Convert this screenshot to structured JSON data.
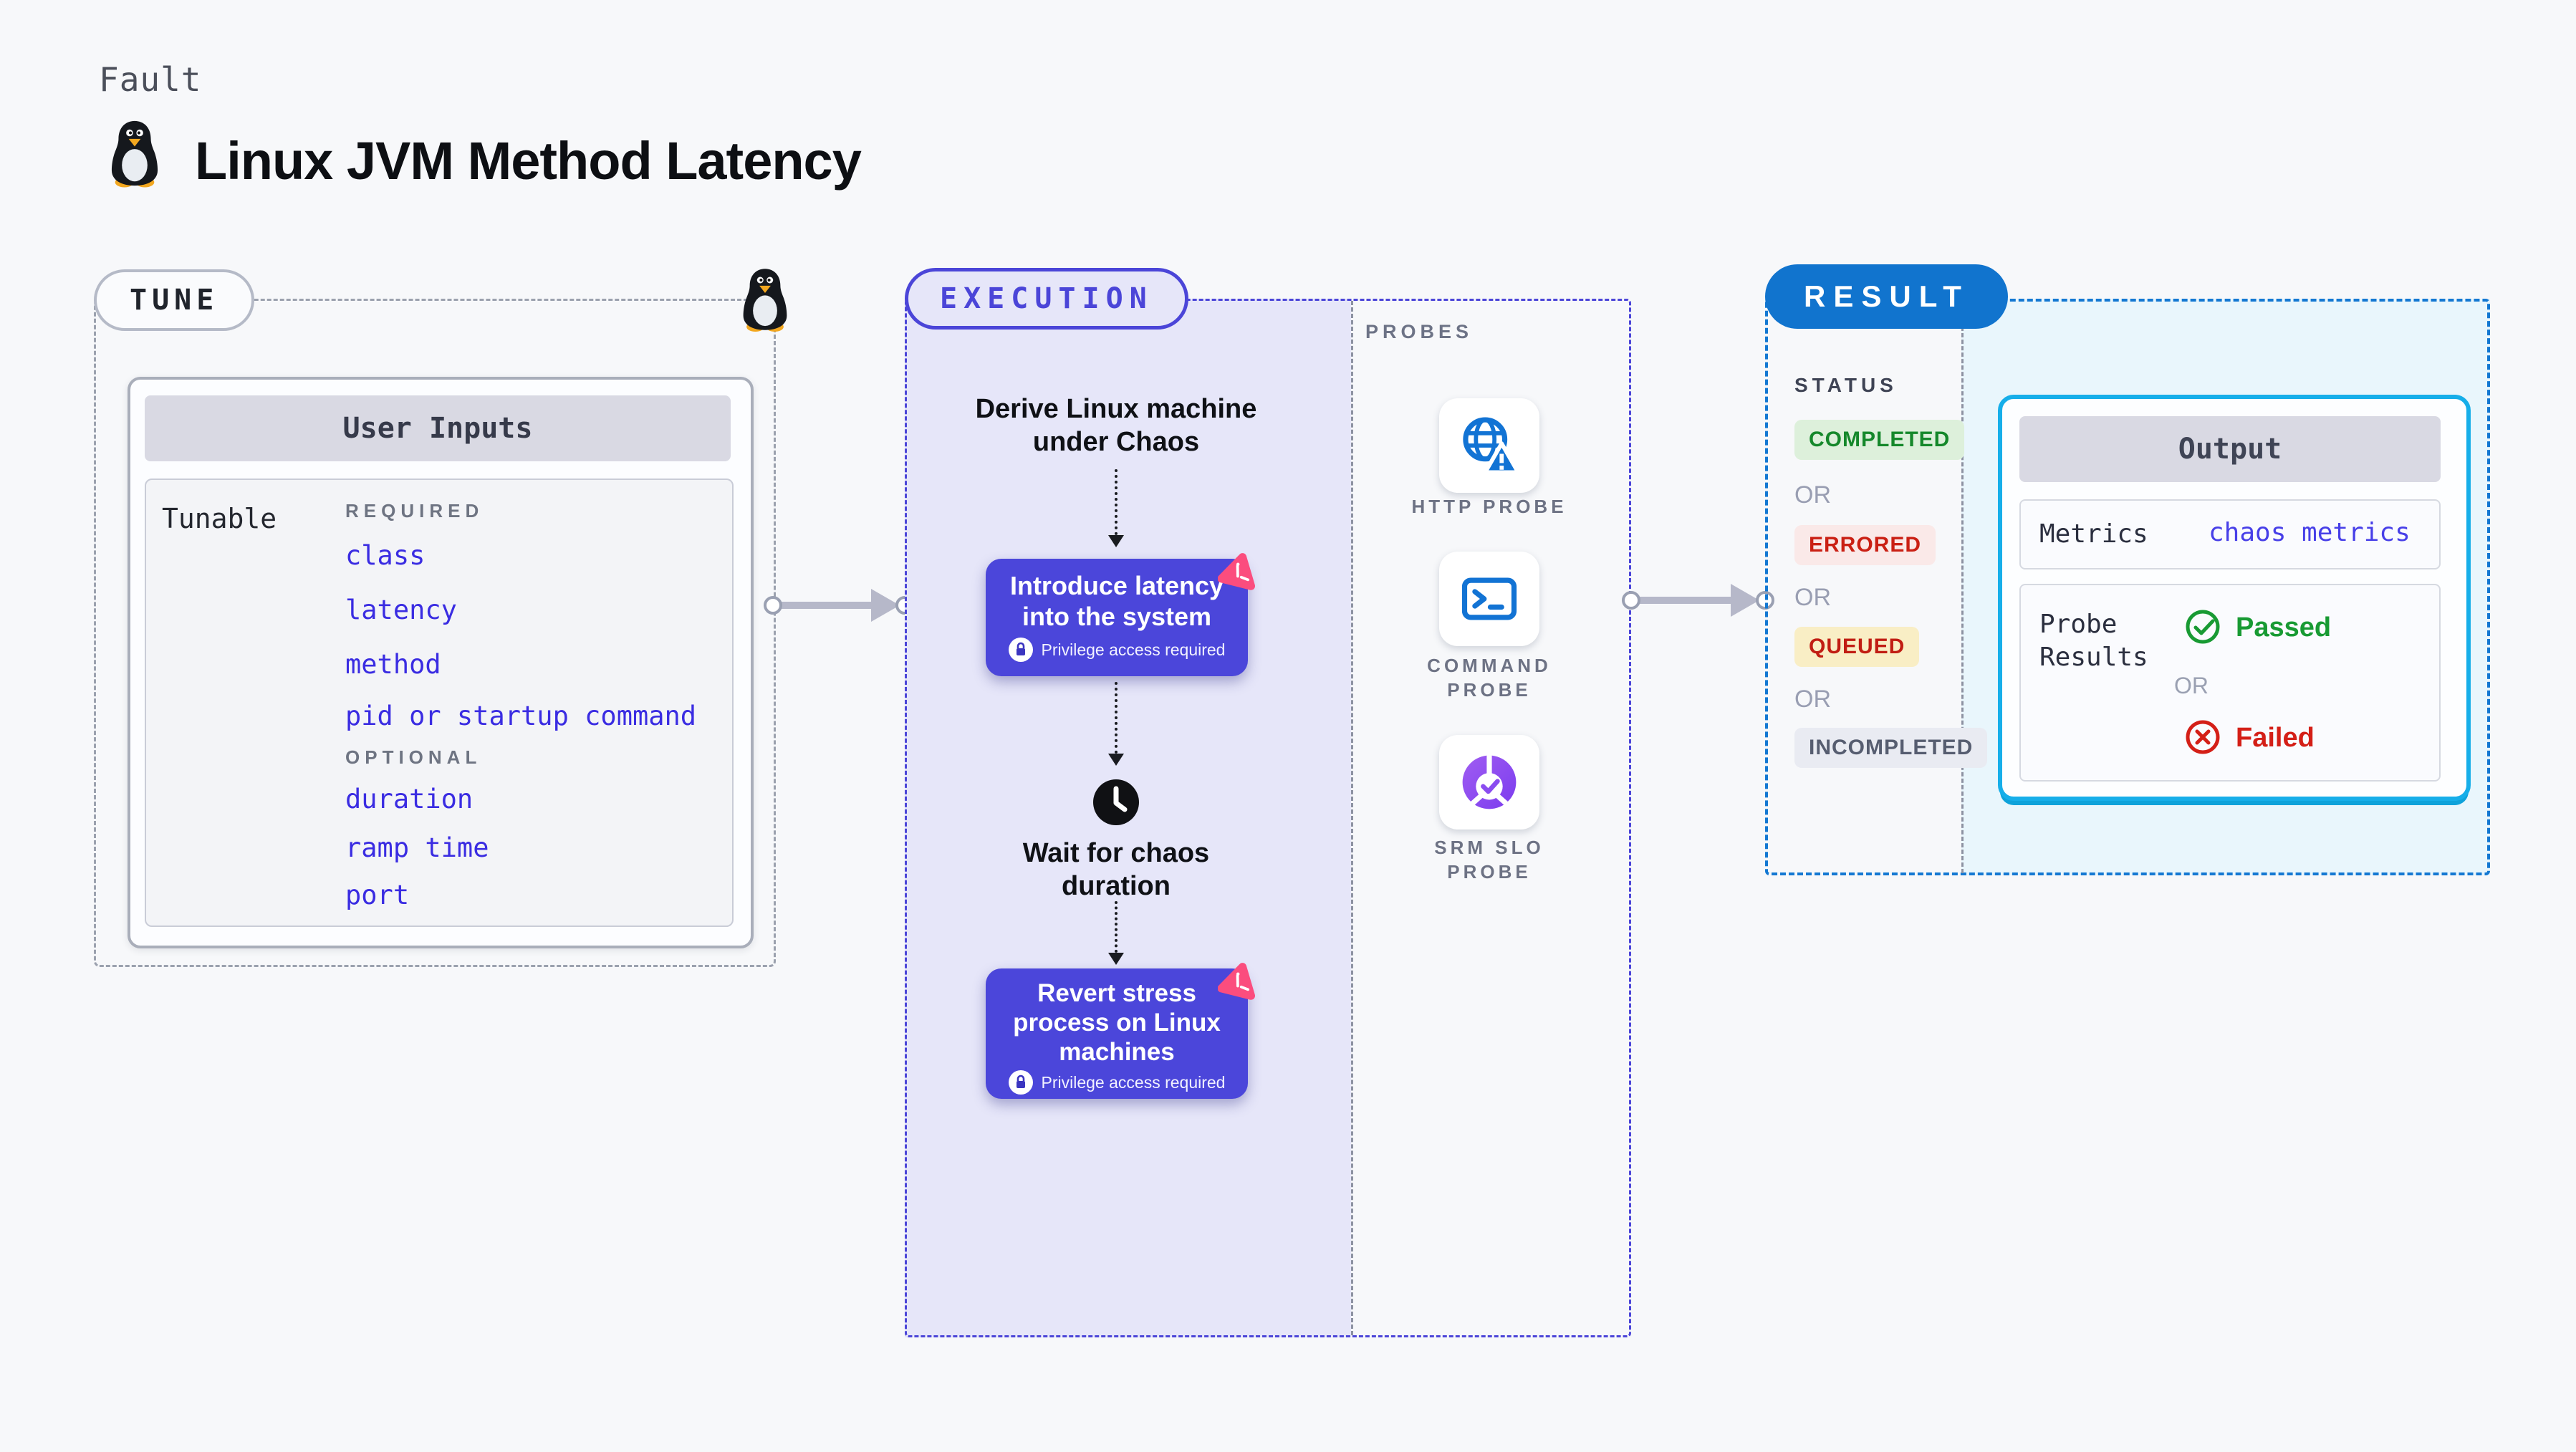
{
  "page": {
    "kicker": "Fault",
    "title": "Linux JVM Method Latency"
  },
  "colors": {
    "accent_indigo": "#4b45d8",
    "accent_blue": "#1174ce",
    "accent_cyan": "#16aee9",
    "node_purple": "#4b46da",
    "chaos_pink": "#fb4d7e",
    "link_blue": "#3a2ce2",
    "green": "#15882b",
    "red": "#ca2014"
  },
  "tune": {
    "badge": "TUNE",
    "user_inputs_title": "User Inputs",
    "tunable_label": "Tunable",
    "required_label": "REQUIRED",
    "optional_label": "OPTIONAL",
    "required_items": [
      "class",
      "latency",
      "method",
      "pid or startup command"
    ],
    "optional_items": [
      "duration",
      "ramp time",
      "port"
    ]
  },
  "execution": {
    "badge": "EXECUTION",
    "step_derive": "Derive Linux machine\nunder Chaos",
    "node_introduce": "Introduce latency\ninto the system",
    "privilege_note": "Privilege access required",
    "step_wait": "Wait for chaos\nduration",
    "node_revert": "Revert stress\nprocess on Linux\nmachines"
  },
  "probes": {
    "title": "PROBES",
    "items": [
      {
        "label": "HTTP PROBE",
        "icon": "globe-alert-icon"
      },
      {
        "label": "COMMAND PROBE",
        "icon": "terminal-icon"
      },
      {
        "label": "SRM SLO PROBE",
        "icon": "slo-donut-icon"
      }
    ]
  },
  "result": {
    "badge": "RESULT",
    "status_title": "STATUS",
    "or": "OR",
    "statuses": [
      {
        "label": "COMPLETED",
        "kind": "green"
      },
      {
        "label": "ERRORED",
        "kind": "red"
      },
      {
        "label": "QUEUED",
        "kind": "yellow"
      },
      {
        "label": "INCOMPLETED",
        "kind": "gray"
      }
    ],
    "output": {
      "title": "Output",
      "metrics_label": "Metrics",
      "metrics_value": "chaos metrics",
      "probe_results_label": "Probe\nResults",
      "passed": "Passed",
      "failed": "Failed"
    }
  }
}
